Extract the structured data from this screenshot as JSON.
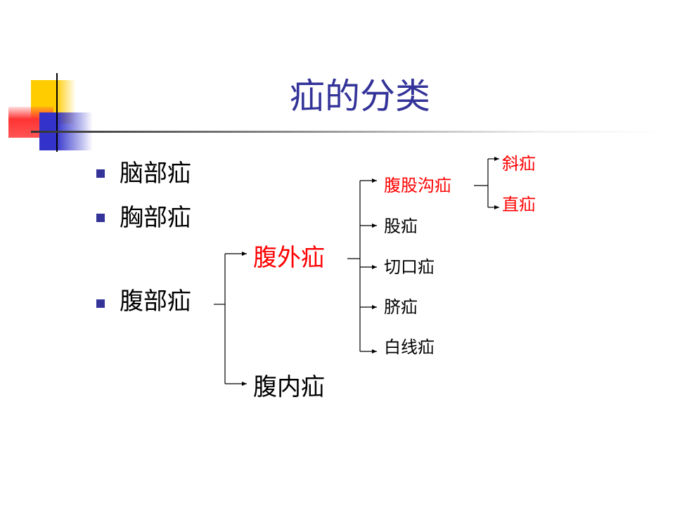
{
  "title": "疝的分类",
  "bullets": [
    "脑部疝",
    "胸部疝",
    "腹部疝"
  ],
  "abdominal": {
    "external": "腹外疝",
    "internal": "腹内疝",
    "external_types": [
      "腹股沟疝",
      "股疝",
      "切口疝",
      "脐疝",
      "白线疝"
    ],
    "inguinal_types": [
      "斜疝",
      "直疝"
    ]
  },
  "colors": {
    "title": "#333399",
    "highlight": "#ff0000",
    "bullet": "#333399",
    "accent_yellow": "#ffcc00",
    "accent_blue": "#3333cc",
    "accent_red": "#ff3333"
  }
}
